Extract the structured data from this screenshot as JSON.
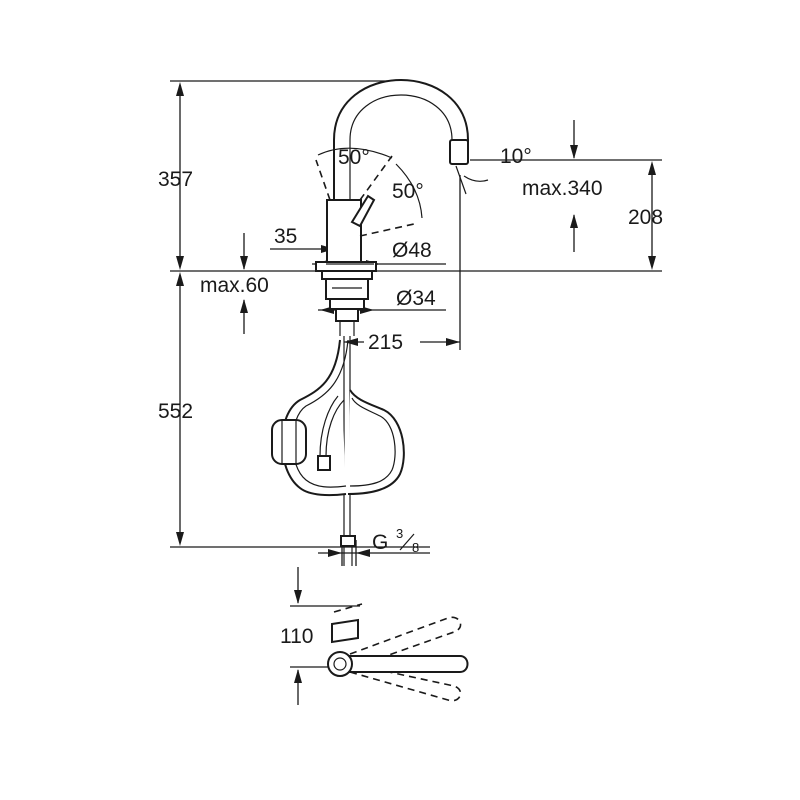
{
  "dimensions": {
    "total_height_upper": "357",
    "total_height_lower": "552",
    "outlet_height": "208",
    "spout_swivel_angle": "50°",
    "lever_angle": "50°",
    "spray_angle": "10°",
    "max_spout_reach": "max.340",
    "lever_offset": "35",
    "base_diameter": "Ø48",
    "max_deck_thickness": "max.60",
    "hole_diameter": "Ø34",
    "spout_projection": "215",
    "connection_thread": "G",
    "connection_thread_fraction_num": "3",
    "connection_thread_fraction_den": "8",
    "top_view_depth": "110"
  }
}
